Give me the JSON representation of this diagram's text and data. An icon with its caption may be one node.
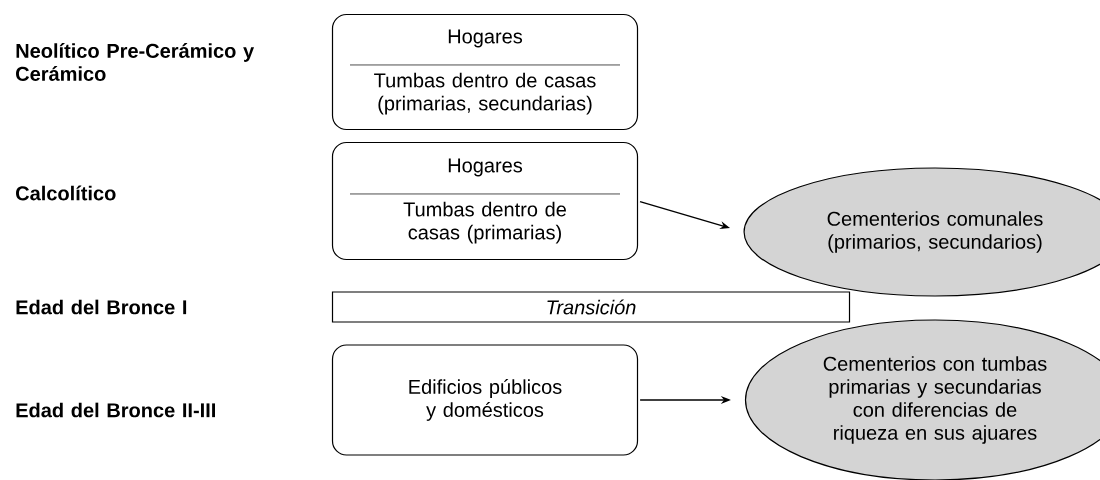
{
  "diagram": {
    "nodes": [
      {
        "text": [
          "Hogares",
          "Tumbas dentro de casas (primarias, secundarias)"
        ]
      },
      {
        "text": [
          "Hogares",
          "Tumbas dentro de casas (primarias)"
        ]
      },
      {
        "text": [
          "Cementerios comunales (primarios, secundarios)"
        ]
      },
      {
        "text": [
          "Transición"
        ]
      },
      {
        "text": [
          "Edificios públicos y domésticos"
        ]
      },
      {
        "text": [
          "Cementerios con tumbas primarias y secundarias con diferencias de riqueza en sus ajuares"
        ]
      }
    ],
    "edges": [
      {
        "from": 1,
        "to": 2,
        "arrow": "to"
      },
      {
        "from": 4,
        "to": 5,
        "arrow": "to"
      }
    ],
    "labels": [
      "Neolítico Pre-Cerámico y Cerámico",
      "Calcolítico",
      "Edad del Bronce I",
      "Edad del Bronce II-III"
    ]
  }
}
